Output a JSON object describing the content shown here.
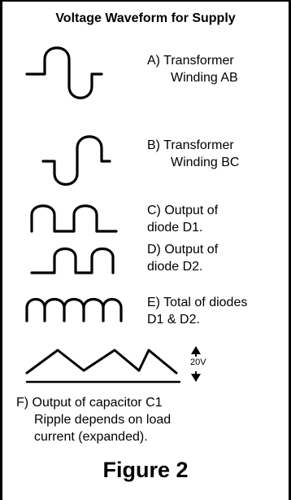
{
  "title": "Voltage Waveform for Supply",
  "labels": {
    "a": [
      "A) Transformer",
      "Winding AB"
    ],
    "b": [
      "B) Transformer",
      "Winding BC"
    ],
    "c": [
      "C) Output of",
      "diode D1."
    ],
    "d": [
      "D) Output of",
      "diode D2."
    ],
    "e": [
      "E) Total of diodes",
      "D1 & D2."
    ],
    "f": [
      "F) Output of capacitor C1",
      "Ripple depends on load",
      "current (expanded)."
    ]
  },
  "ripple_scale": "20V",
  "figure_caption": "Figure 2",
  "colors": {
    "ink": "#000000",
    "background": "#ffffff"
  }
}
